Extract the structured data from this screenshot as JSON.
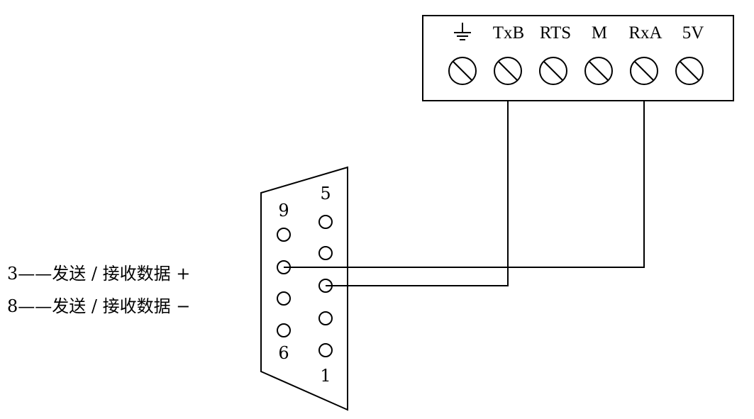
{
  "terminal_block": {
    "labels": [
      "",
      "TxB",
      "RTS",
      "M",
      "RxA",
      "5V"
    ]
  },
  "connector": {
    "pin_labels": {
      "pin9": "9",
      "pin5": "5",
      "pin6": "6",
      "pin1": "1"
    }
  },
  "side_labels": {
    "pin3": "3——发送 / 接收数据 +",
    "pin8": "8——发送 / 接收数据 −"
  }
}
